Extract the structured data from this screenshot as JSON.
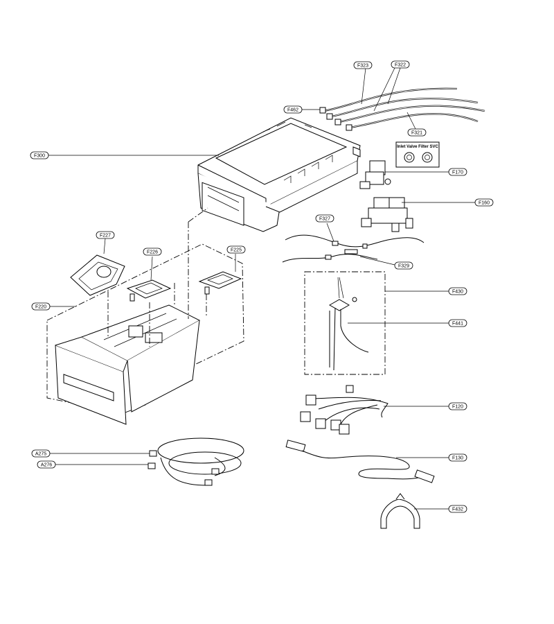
{
  "labels": {
    "F323": "F323",
    "F322": "F322",
    "F462": "F462",
    "F321": "F321",
    "F300": "F300",
    "F170": "F170",
    "F160": "F160",
    "F227": "F227",
    "F226": "F226",
    "F225": "F225",
    "F327": "F327",
    "F329": "F329",
    "F220": "F220",
    "F430": "F430",
    "F441": "F441",
    "F120": "F120",
    "A275": "A275",
    "A276": "A276",
    "F130": "F130",
    "F432": "F432"
  },
  "callout": {
    "title": "Inlet Valve Filter SVC"
  }
}
